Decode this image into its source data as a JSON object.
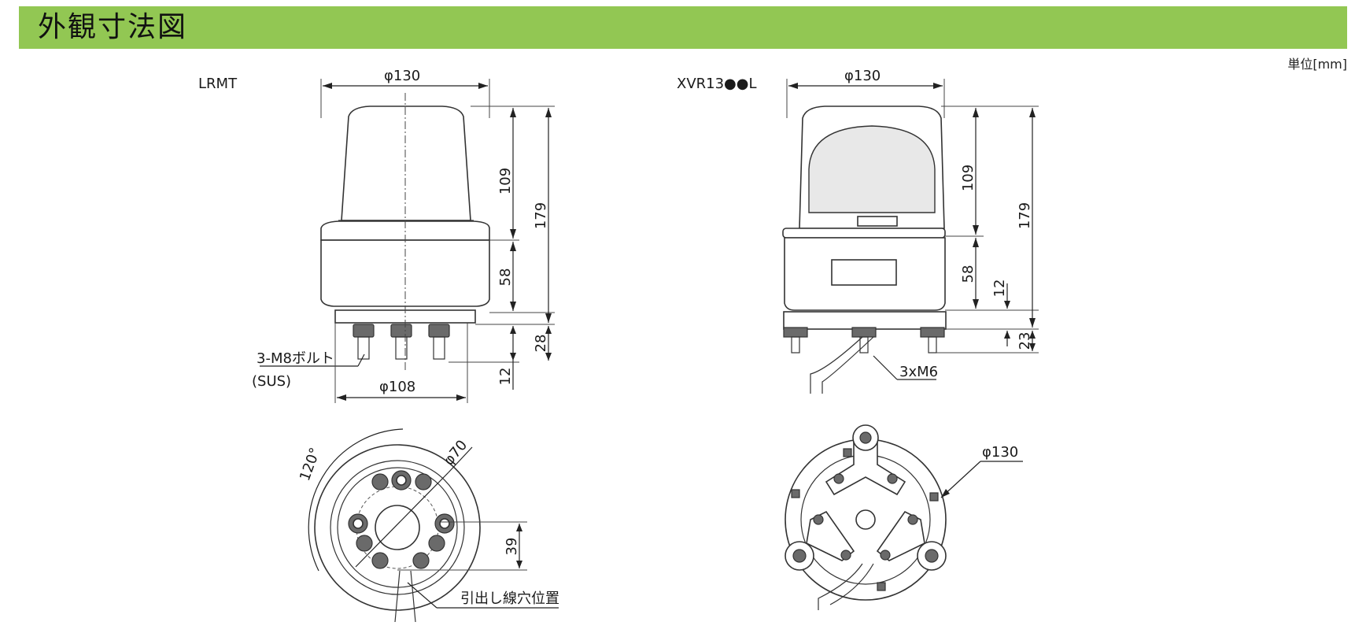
{
  "header": {
    "title": "外観寸法図",
    "unit": "単位[mm]"
  },
  "left_model": {
    "name": "LRMT",
    "dims": {
      "top_diameter": "φ130",
      "dome_height": "109",
      "total_height": "179",
      "body_height": "58",
      "bolt_length": "28",
      "bolt_tip": "12",
      "base_diameter": "φ108",
      "bottom_diameter": "φ70",
      "pitch": "39",
      "angle": "120°"
    },
    "labels": {
      "bolt": "3-M8ボルト",
      "bolt_material": "(SUS)",
      "cable_hole": "引出し線穴位置"
    }
  },
  "right_model": {
    "name": "XVR13●●L",
    "dims": {
      "top_diameter": "φ130",
      "dome_height": "109",
      "total_height": "179",
      "body_height": "58",
      "base_height": "12",
      "bolt_length": "23",
      "bottom_diameter": "φ130"
    },
    "labels": {
      "bolt": "3xM6"
    }
  },
  "colors": {
    "header_bar": "#92c753",
    "line": "#333333"
  }
}
